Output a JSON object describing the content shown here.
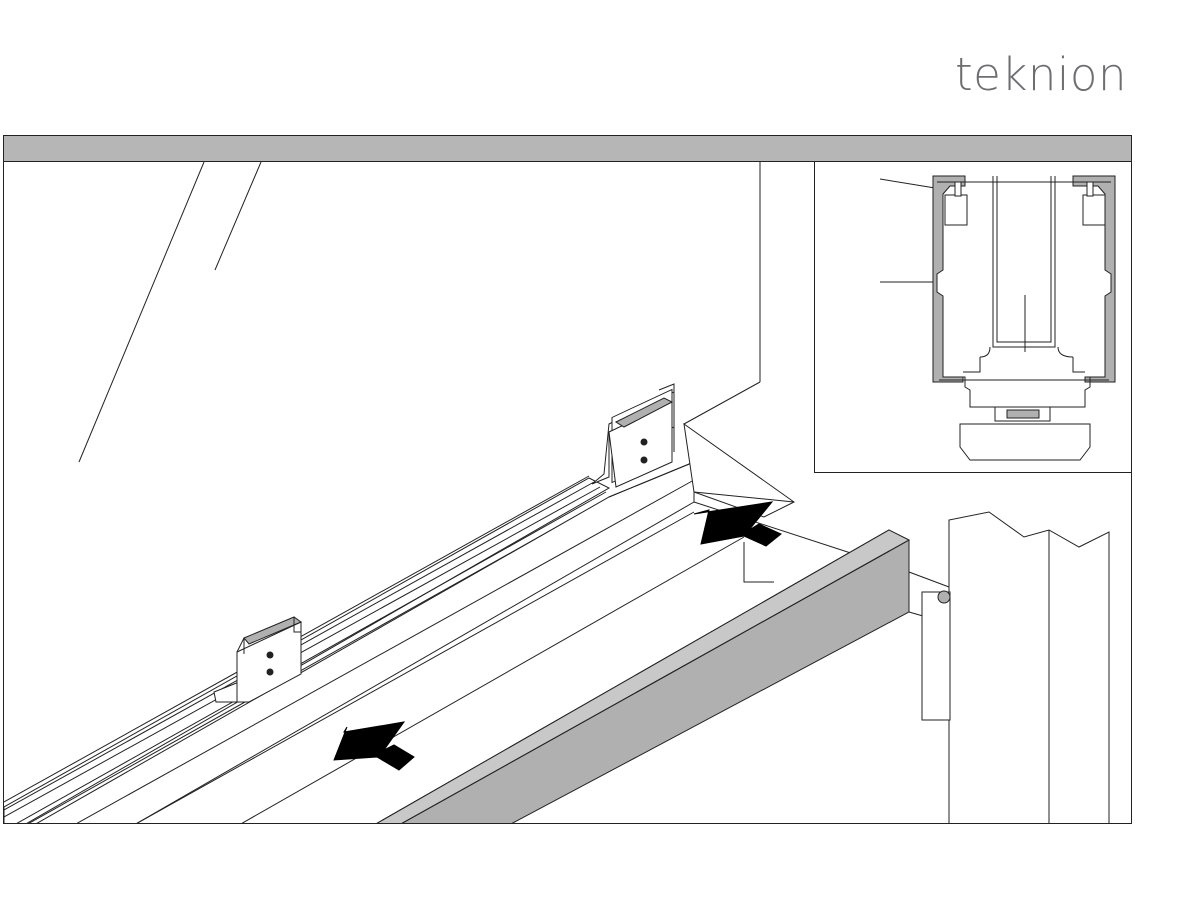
{
  "brand": {
    "logo_text": "teknion",
    "logo_color": "#6d6e71"
  },
  "header": {
    "bar_color": "#b6b6b6"
  },
  "illustration": {
    "description_icons": [
      "track-rail",
      "glide-bracket",
      "push-arrow",
      "cover-bar",
      "panel-post"
    ],
    "accent_color": "#b0b0b0",
    "arrow_color": "#000000"
  },
  "inset": {
    "subject": "rail-profile-cross-section"
  }
}
